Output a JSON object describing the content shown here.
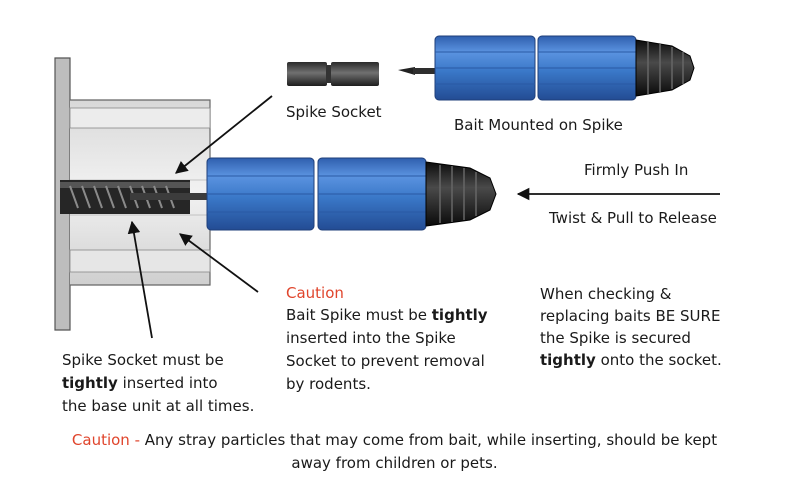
{
  "labels": {
    "spike_socket": "Spike Socket",
    "bait_mounted": "Bait Mounted on Spike",
    "firmly_push": "Firmly Push In",
    "twist_pull": "Twist & Pull to Release"
  },
  "caution_block": {
    "heading": "Caution",
    "l1_a": "Bait Spike must be ",
    "l1_b": "tightly",
    "l2": "inserted into the Spike",
    "l3": "Socket to prevent removal",
    "l4": "by rodents."
  },
  "checking_block": {
    "l1": "When checking &",
    "l2": "replacing baits BE SURE",
    "l3": "the Spike is secured",
    "l4_a": "tightly",
    "l4_b": " onto the socket."
  },
  "socket_block": {
    "l1": "Spike Socket must be",
    "l2_a": "tightly",
    "l2_b": " inserted into",
    "l3": "the base unit at all times."
  },
  "footer": {
    "caution": "Caution -",
    "text1": " Any stray particles that may come from bait, while inserting, should be kept",
    "text2": "away from children or pets."
  },
  "colors": {
    "caution": "#e0452c",
    "bait_blue": "#3a78c8",
    "cap_black": "#151515"
  }
}
